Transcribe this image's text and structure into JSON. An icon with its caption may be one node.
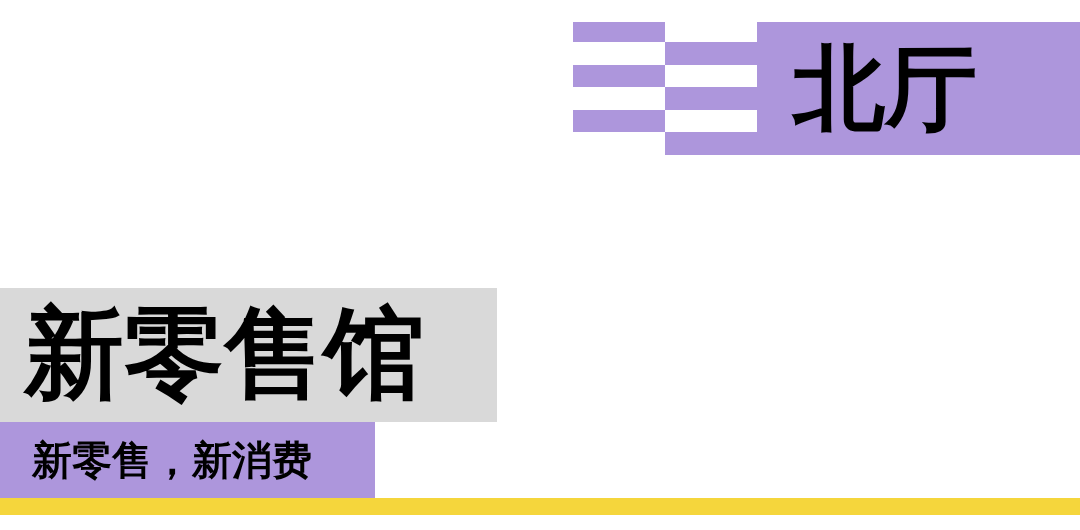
{
  "diagram": {
    "nodes": [
      {
        "text": [
          "北厅"
        ]
      },
      {
        "text": [
          "新零售馆"
        ]
      },
      {
        "text": [
          "新零售，新消费"
        ]
      }
    ]
  }
}
